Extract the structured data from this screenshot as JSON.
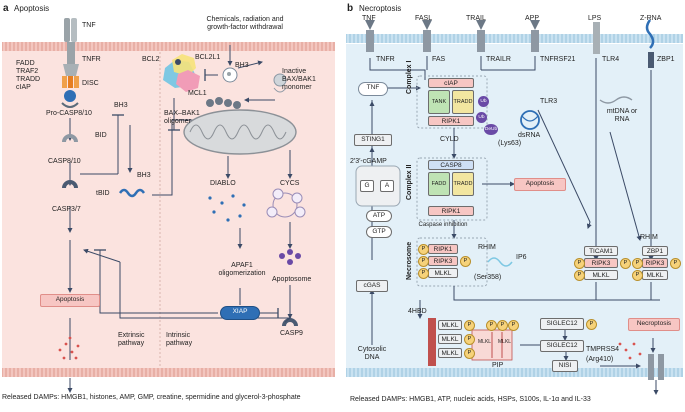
{
  "panel_a": {
    "letter": "a",
    "title": "Apoptosis",
    "tnf": "TNF",
    "tnfr": "TNFR",
    "disc_components": [
      "FADD",
      "TRAF2",
      "TRADD",
      "cIAP"
    ],
    "disc": "DISC",
    "pro_casp": "Pro-CASP8/10",
    "casp810": "CASP8/10",
    "casp37": "CASP3/7",
    "apoptosis": "Apoptosis",
    "bid": "BID",
    "tbid": "tBID",
    "bh3_1": "BH3",
    "bh3_2": "BH3",
    "bh3_3": "BH3",
    "bcl2": "BCL2",
    "bcl2l1": "BCL2L1",
    "mcl1": "MCL1",
    "stress": "Chemicals, radiation and growth-factor withdrawal",
    "inactive": "Inactive BAX/BAK1 monomer",
    "oligomer": "BAX–BAK1 oligomer",
    "diablo": "DIABLO",
    "cycs": "CYCS",
    "apaf1": "APAF1 oligomerization",
    "apoptosome": "Apoptosome",
    "xiap": "XIAP",
    "casp9": "CASP9",
    "extrinsic": "Extrinsic pathway",
    "intrinsic": "Intrinsic pathway",
    "damps": "Released DAMPs: HMGB1, histones, AMP, GMP, creatine, spermidine and glycerol-3-phosphate"
  },
  "panel_b": {
    "letter": "b",
    "title": "Necroptosis",
    "ligands": [
      "TNF",
      "FASL",
      "TRAIL",
      "APP",
      "LPS",
      "Z-RNA"
    ],
    "receptors": [
      "TNFR",
      "FAS",
      "TRAILR",
      "TNFRSF21",
      "TLR4",
      "ZBP1"
    ],
    "tnf_bubble": "TNF",
    "sting1": "STING1",
    "cgamp": "2′3′-cGAMP",
    "g": "G",
    "a": "A",
    "atp": "ATP",
    "gtp": "GTP",
    "cgas": "cGAS",
    "cytosolic_dna": "Cytosolic DNA",
    "complex1": "Complex I",
    "ciap": "cIAP",
    "tank": "TANK",
    "tradd": "TRADD",
    "ripk1": "RIPK1",
    "ub": "Ub",
    "deub": "DeUb",
    "cyld": "CYLD",
    "lys63": "(Lys63)",
    "complex2": "Complex II",
    "casp8": "CASP8",
    "fadd": "FADD",
    "tradd2": "TRADD",
    "ripk1_b": "RIPK1",
    "apoptosis": "Apoptosis",
    "caspase_inhibition": "Caspase inhibition",
    "necrosome": "Necrosome",
    "ripk1_c": "RIPK1",
    "ripk3": "RIPK3",
    "mlkl": "MLKL",
    "rhim": "RHIM",
    "ip6": "IP6",
    "ser358": "(Ser358)",
    "tlr3": "TLR3",
    "dsrna": "dsRNA",
    "mtdna": "mtDNA or RNA",
    "ticam1": "TICAM1",
    "ripk3_b": "RIPK3",
    "mlkl_b": "MLKL",
    "rhim_b": "RHIM",
    "zbp1_box": "ZBP1",
    "ripk3_c": "RIPK3",
    "mlkl_c": "MLKL",
    "hbd": "4HBD",
    "mlkl_olig": "MLKL",
    "pip": "PIP",
    "siglec12_a": "SIGLEC12",
    "siglec12_b": "SIGLEC12",
    "tmprss4": "TMPRSS4",
    "arg410": "(Arg410)",
    "nisi": "NISI",
    "necroptosis": "Necroptosis",
    "p": "P",
    "damps": "Released DAMPs: HMGB1, ATP, nucleic acids, HSPs, S100s, IL-1α and IL-33"
  },
  "colors": {
    "panel_a_bg": "#fbe3df",
    "panel_b_bg": "#e3f0f8",
    "membrane_a": "#e9a99f",
    "membrane_b": "#a9cfe6",
    "arrow": "#3b4a66",
    "apoptosis_box": "#f7c6c3",
    "receptor": "#7a8aa0",
    "p_badge": "#f6d27a",
    "ub_badge": "#6a4aa6",
    "mlkl_red": "#c0504d",
    "complex_green": "#bfe3b4",
    "complex_yellow": "#f2e6a0",
    "complex_blue": "#cfe0f5"
  }
}
